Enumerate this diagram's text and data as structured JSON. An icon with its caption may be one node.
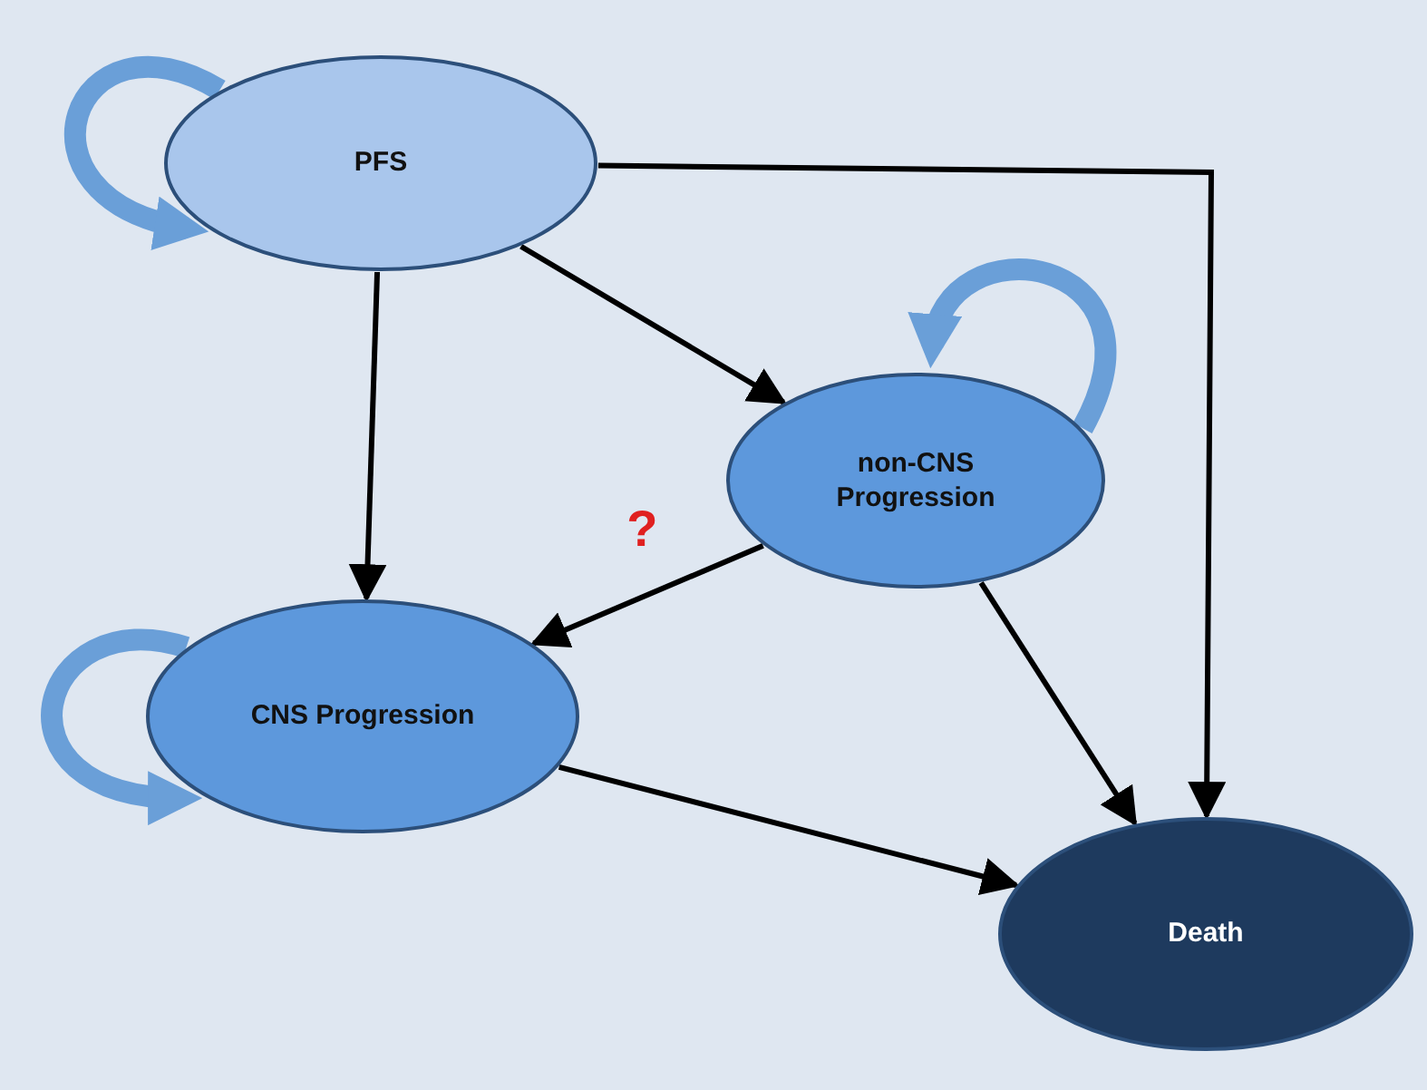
{
  "diagram": {
    "nodes": [
      {
        "text": [
          "PFS"
        ]
      },
      {
        "text": [
          "non-CNS Progression"
        ]
      },
      {
        "text": [
          "CNS Progression"
        ]
      },
      {
        "text": [
          "Death"
        ]
      }
    ],
    "edges": [
      {
        "from": 0,
        "to": 0,
        "arrow": "to",
        "style": "thick",
        "color": "#6a9fd8"
      },
      {
        "from": 1,
        "to": 1,
        "arrow": "to",
        "style": "thick",
        "color": "#6a9fd8"
      },
      {
        "from": 2,
        "to": 2,
        "arrow": "to",
        "style": "thick",
        "color": "#6a9fd8"
      },
      {
        "from": 0,
        "to": 1,
        "arrow": "to"
      },
      {
        "from": 0,
        "to": 2,
        "arrow": "to"
      },
      {
        "from": 0,
        "to": 3,
        "arrow": "to"
      },
      {
        "from": 1,
        "to": 2,
        "arrow": "to",
        "label": "?"
      },
      {
        "from": 1,
        "to": 3,
        "arrow": "to"
      },
      {
        "from": 2,
        "to": 3,
        "arrow": "to"
      }
    ]
  }
}
